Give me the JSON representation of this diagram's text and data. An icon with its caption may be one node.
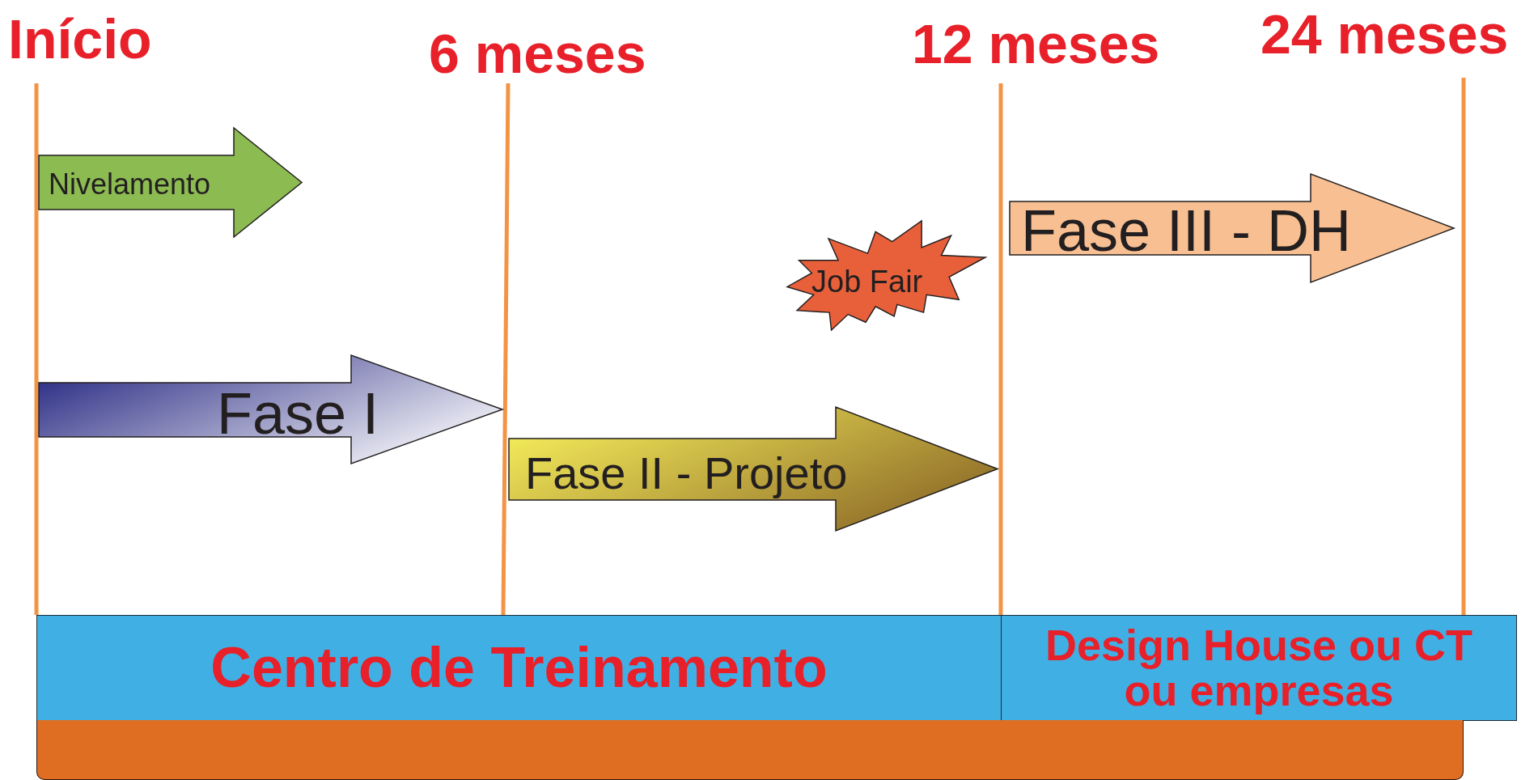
{
  "diagram": {
    "nodes": [
      {
        "text": [
          "Nivelamento"
        ]
      },
      {
        "text": [
          "Fase III - DH"
        ]
      },
      {
        "text": [
          "Job Fair"
        ]
      },
      {
        "text": [
          "Fase I"
        ]
      },
      {
        "text": [
          "Fase II - Projeto"
        ]
      },
      {
        "text": [
          "Centro de Treinamento"
        ]
      },
      {
        "text": [
          "Design House ou CT ou empresas"
        ]
      },
      {
        "text": [],
        "shape": "bar"
      }
    ],
    "labels": [
      "Início",
      "6 meses",
      "12 meses",
      "24 meses"
    ]
  }
}
